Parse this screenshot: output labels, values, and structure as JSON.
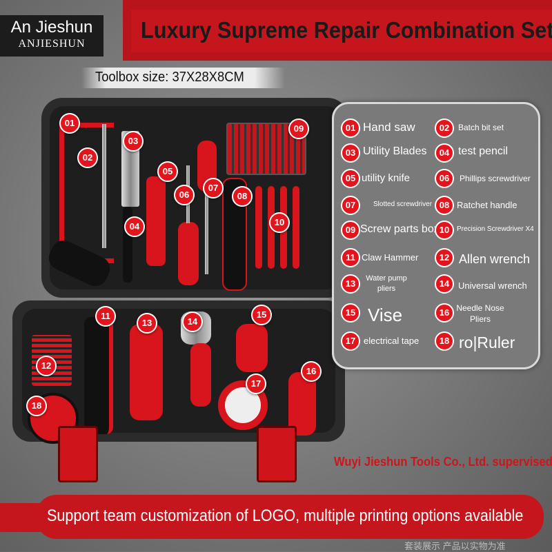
{
  "header": {
    "brand_name": "An Jieshun",
    "brand_sub": "ANJIESHUN",
    "title": "Luxury Supreme Repair Combination Set",
    "toolbox_size": "Toolbox size: 37X28X8CM"
  },
  "callouts": [
    "01",
    "02",
    "03",
    "04",
    "05",
    "06",
    "07",
    "08",
    "09",
    "10",
    "11",
    "12",
    "13",
    "14",
    "15",
    "16",
    "17",
    "18"
  ],
  "legend": [
    {
      "num": "01",
      "label": "Hand saw"
    },
    {
      "num": "02",
      "label": "Batch bit set"
    },
    {
      "num": "03",
      "label": "Utility Blades"
    },
    {
      "num": "04",
      "label": "test pencil"
    },
    {
      "num": "05",
      "label": "utility knife"
    },
    {
      "num": "06",
      "label": "Phillips screwdriver"
    },
    {
      "num": "07",
      "label": "Slotted screwdriver"
    },
    {
      "num": "08",
      "label": "Ratchet handle"
    },
    {
      "num": "09",
      "label": "Screw parts box"
    },
    {
      "num": "10",
      "label": "Precision Screwdriver X4"
    },
    {
      "num": "11",
      "label": "Claw Hammer"
    },
    {
      "num": "12",
      "label": "Allen wrench"
    },
    {
      "num": "13",
      "label": "Water pump pliers"
    },
    {
      "num": "14",
      "label": "Universal wrench"
    },
    {
      "num": "15",
      "label": "Vise"
    },
    {
      "num": "16",
      "label": "Needle Nose Pliers"
    },
    {
      "num": "17",
      "label": "electrical tape"
    },
    {
      "num": "18",
      "label": "ro|Ruler"
    }
  ],
  "footer": {
    "supervised": "Wuyi Jieshun Tools Co., Ltd. supervised",
    "banner": "Support team customization of LOGO, multiple printing options available",
    "disclaimer": "套装展示 产品以实物为准"
  },
  "colors": {
    "accent": "#c5161d",
    "badge": "#e3141c",
    "panel": "#7a7a7a"
  }
}
